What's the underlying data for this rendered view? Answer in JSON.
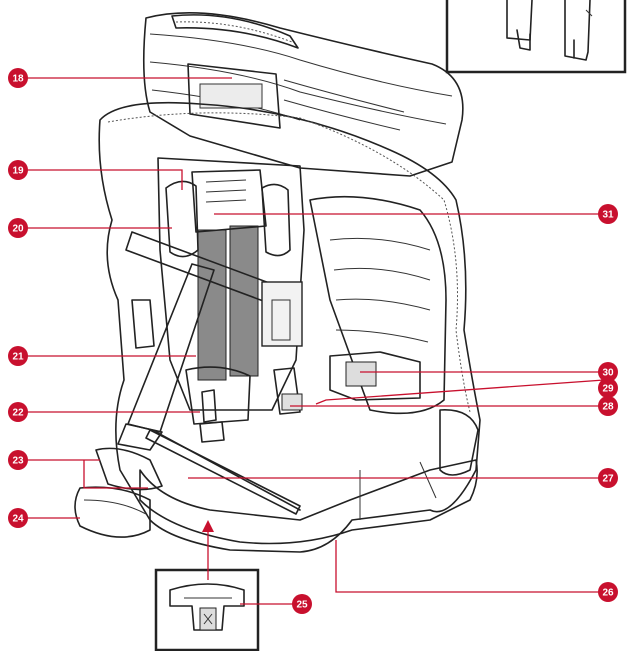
{
  "callouts": [
    {
      "id": "c18",
      "label": "18"
    },
    {
      "id": "c19",
      "label": "19"
    },
    {
      "id": "c20",
      "label": "20"
    },
    {
      "id": "c21",
      "label": "21"
    },
    {
      "id": "c22",
      "label": "22"
    },
    {
      "id": "c23",
      "label": "23"
    },
    {
      "id": "c24",
      "label": "24"
    },
    {
      "id": "c25",
      "label": "25"
    },
    {
      "id": "c26",
      "label": "26"
    },
    {
      "id": "c27",
      "label": "27"
    },
    {
      "id": "c28",
      "label": "28"
    },
    {
      "id": "c29",
      "label": "29"
    },
    {
      "id": "c30",
      "label": "30"
    },
    {
      "id": "c31",
      "label": "31"
    }
  ],
  "colors": {
    "accent": "#c8102e",
    "outline": "#222222",
    "shell": "#f2f2f2",
    "shade": "#d9d9d9",
    "dark": "#555555",
    "darker": "#3a3a3a"
  }
}
